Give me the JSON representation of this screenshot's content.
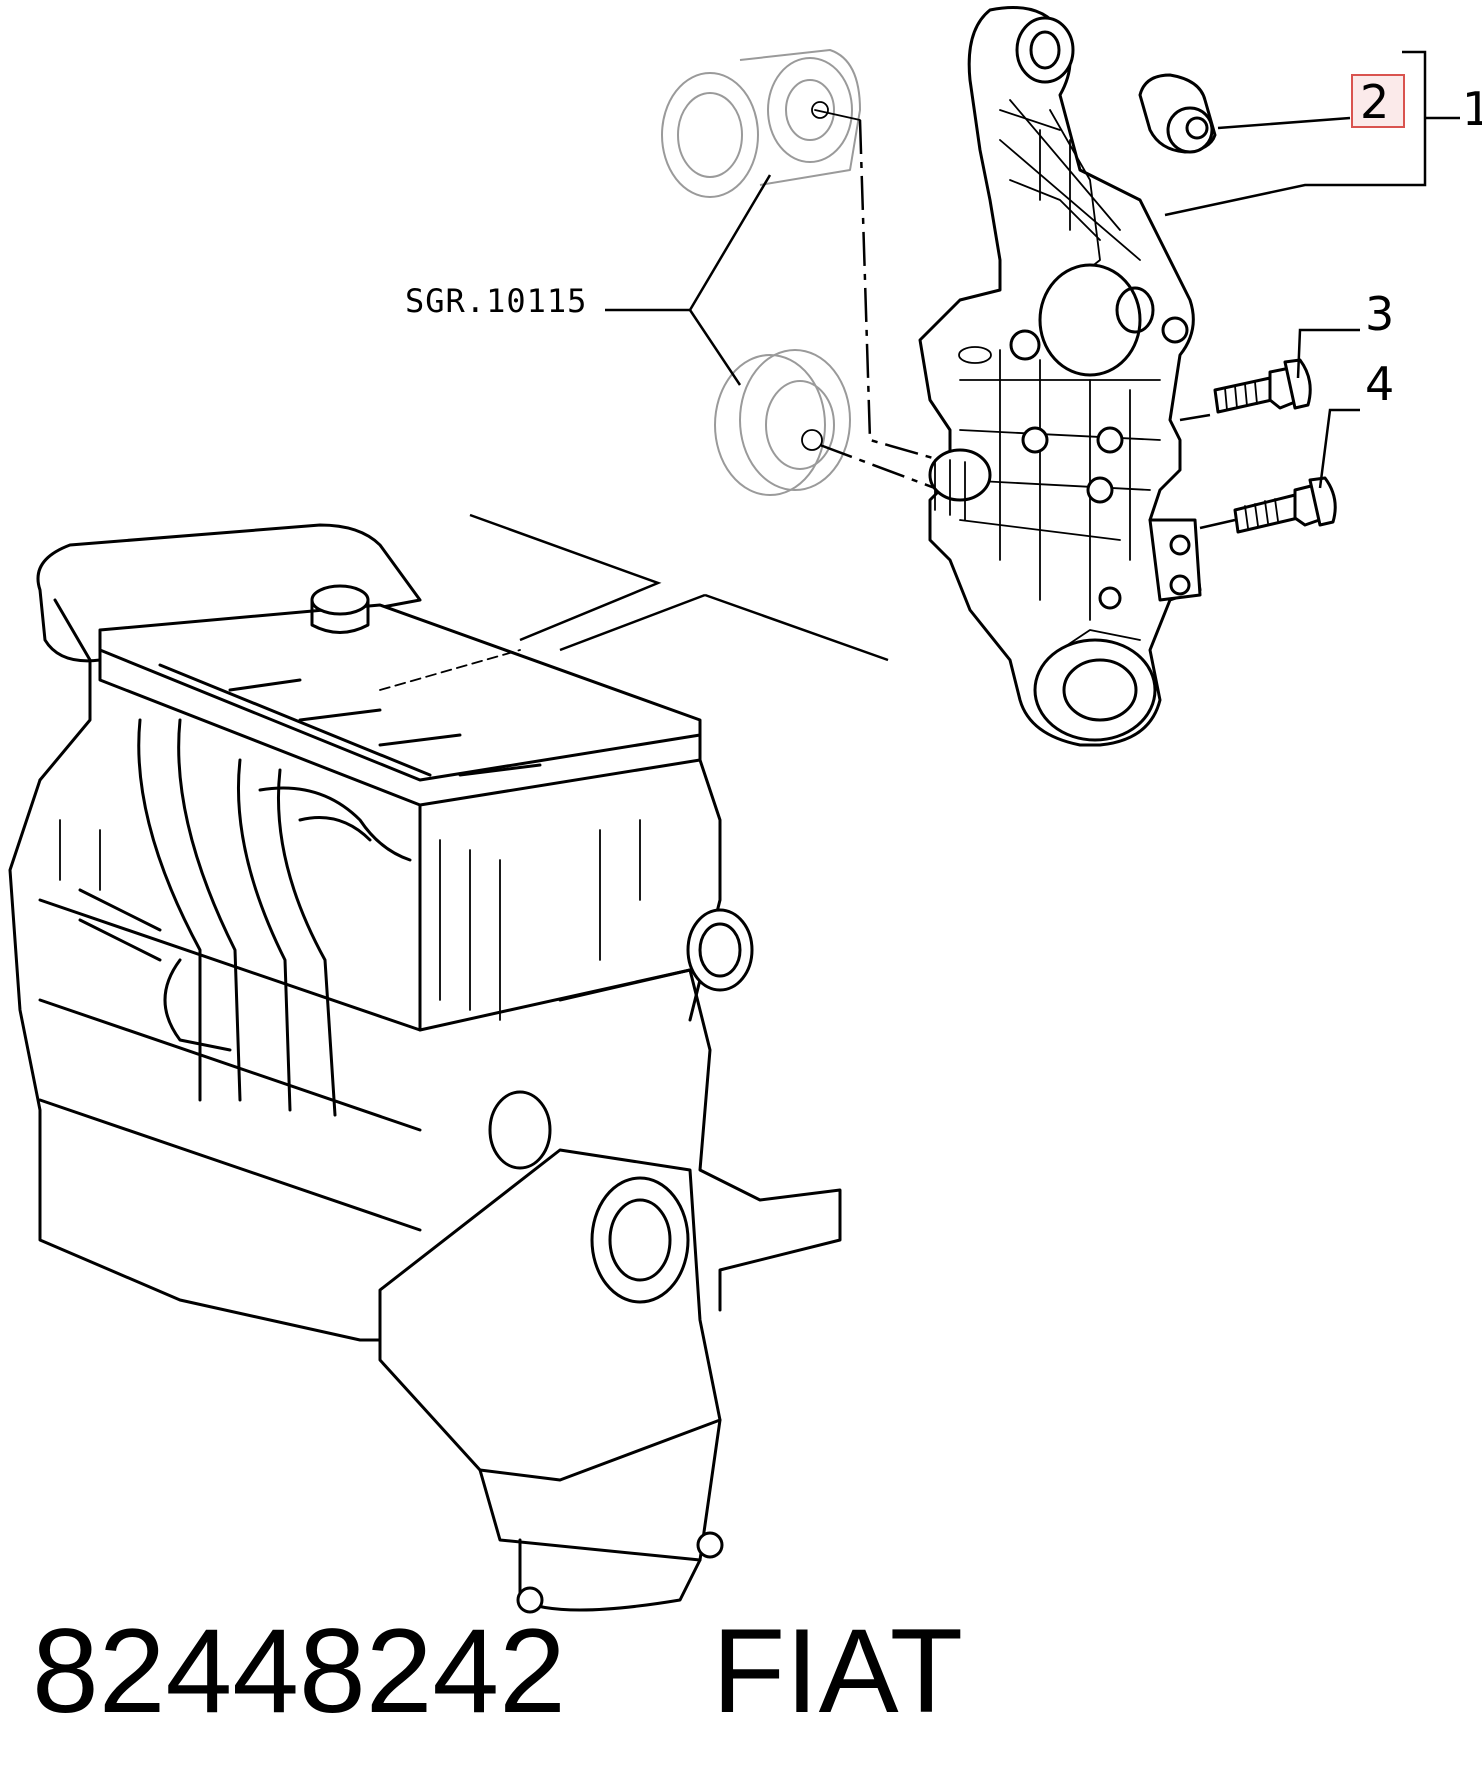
{
  "diagram": {
    "reference_label": "SGR.10115",
    "callouts": {
      "c1": "1",
      "c2": "2",
      "c3": "3",
      "c4": "4"
    },
    "highlight_color": "#d9534f"
  },
  "footer": {
    "part_number": "82448242",
    "brand": "FIAT"
  }
}
